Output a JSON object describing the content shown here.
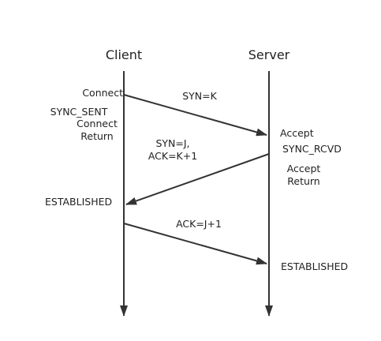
{
  "colors": {
    "line": "#333333",
    "text": "#222222",
    "background": "#ffffff"
  },
  "actors": {
    "client": "Client",
    "server": "Server"
  },
  "client_notes": {
    "connect": "Connect",
    "sync_sent": "SYNC_SENT",
    "connect_return_1": "Connect",
    "connect_return_2": "Return",
    "established": "ESTABLISHED"
  },
  "server_notes": {
    "accept": "Accept",
    "sync_rcvd": "SYNC_RCVD",
    "accept_return_1": "Accept",
    "accept_return_2": "Return",
    "established": "ESTABLISHED"
  },
  "messages": {
    "syn_k": "SYN=K",
    "syn_j_1": "SYN=J,",
    "syn_j_2": "ACK=K+1",
    "ack_j": "ACK=J+1"
  }
}
